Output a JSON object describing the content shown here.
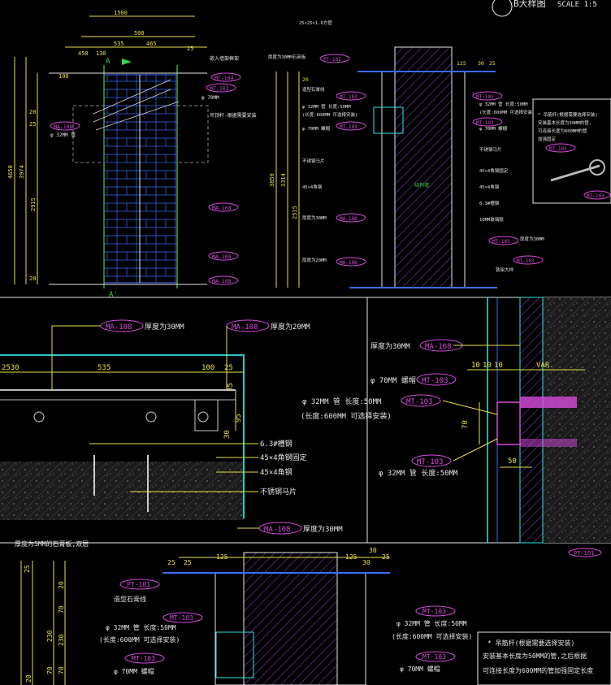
{
  "colors": {
    "background": "#000000",
    "dim": "#e8e04a",
    "tag": "#d84adf",
    "frame": "#2ee3e3",
    "note": "#e6e6e6",
    "accent": "#3cd24a",
    "blue": "#3a6cff"
  },
  "header": {
    "title": "B大样图",
    "scale": "SCALE 1:5"
  },
  "elevation": {
    "dims": [
      "1500",
      "500",
      "535",
      "465",
      "450",
      "130",
      "100",
      "25",
      "4650",
      "3974",
      "2915",
      "20",
      "25",
      "20"
    ],
    "tags": [
      "MT-104",
      "MT-103",
      "MA-108",
      "MA-108",
      "MA-108",
      "MA-108"
    ],
    "notes": [
      "嵌入墙架框架",
      "吊顶杆-根据需要安装",
      "φ 32MM 管",
      "φ 70MM"
    ],
    "marks": [
      "A",
      "A'"
    ]
  },
  "section": {
    "dims": [
      "3850",
      "3314",
      "2515",
      "20",
      "125",
      "30",
      "25"
    ],
    "left_notes": [
      "25×25×1.6方管",
      "厚度为30MM石英板",
      "造型石膏线",
      "φ 32MM 管 长度:50MM",
      "(长度:600MM 可选择安装)",
      "φ 70MM 螺帽",
      "不锈钢马片",
      "45×4角钢",
      "厚度为30MM",
      "厚度为20MM"
    ],
    "right_notes": [
      "φ 32MM 管 长度:50MM",
      "(长度:600MM 可选择安装)",
      "φ 70MM 螺帽",
      "不锈钢马片",
      "45×4角钢固定",
      "45×4角钢",
      "6.3#槽钢",
      "10MM玻璃胶",
      "厚度为30MM",
      "铁架大样"
    ],
    "left_tags": [
      "PT-101",
      "MT-103",
      "MT-103",
      "MA-108",
      "MA-108"
    ],
    "right_tags": [
      "MT-103",
      "MT-103",
      "MT-103",
      "MT-103"
    ],
    "core_label": "结构墙"
  },
  "callout": {
    "lines": [
      "* 吊筋杆(根据需要选择安装)",
      "安装基本长度为50MM的管,",
      "可连接长度为600MM的管",
      "加强固定"
    ],
    "tags": [
      "MT-103",
      "MT-103"
    ]
  },
  "plan": {
    "dims": [
      "2530",
      "535",
      "100",
      "25",
      "35",
      "95",
      "30"
    ],
    "notes": [
      "厚度为30MM",
      "厚度为20MM",
      "6.3#槽钢",
      "45×4角钢固定",
      "45×4角钢",
      "不锈钢马片",
      "厚度为30MM"
    ],
    "tags": [
      "MA-108",
      "MA-108",
      "MA-108"
    ]
  },
  "fixing": {
    "dims": [
      "10",
      "10",
      "10",
      "VAR.",
      "70",
      "50"
    ],
    "notes": [
      "厚度为30MM",
      "φ 70MM 螺帽",
      "φ 32MM 管 长度:50MM",
      "(长度:600MM 可选择安装)",
      "φ 32MM 管 长度:50MM"
    ],
    "tags": [
      "MA-108",
      "MT-103",
      "MT-103",
      "MT-103"
    ]
  },
  "bottom": {
    "dims": [
      "25",
      "125",
      "125",
      "30",
      "25",
      "25",
      "20",
      "70",
      "230",
      "70",
      "230",
      "70",
      "20",
      "30",
      "25"
    ],
    "notes": [
      "厚度为5MM的石膏板,双层",
      "造型石膏线",
      "φ 32MM 管 长度:50MM",
      "(长度:600MM 可选择安装)",
      "φ 70MM 螺帽",
      "φ 32MM 管 长度:50MM",
      "(长度:600MM 可选择安装)",
      "φ 70MM 螺帽",
      "* 吊筋杆(根据需要选择安装)",
      "安装基本长度为50MM的管,之后根据",
      "可连接长度为600MM的管加强固定长度"
    ],
    "tags": [
      "PT-101",
      "MT-103",
      "MT-103",
      "MT-103",
      "MT-103",
      "PT-101"
    ]
  }
}
